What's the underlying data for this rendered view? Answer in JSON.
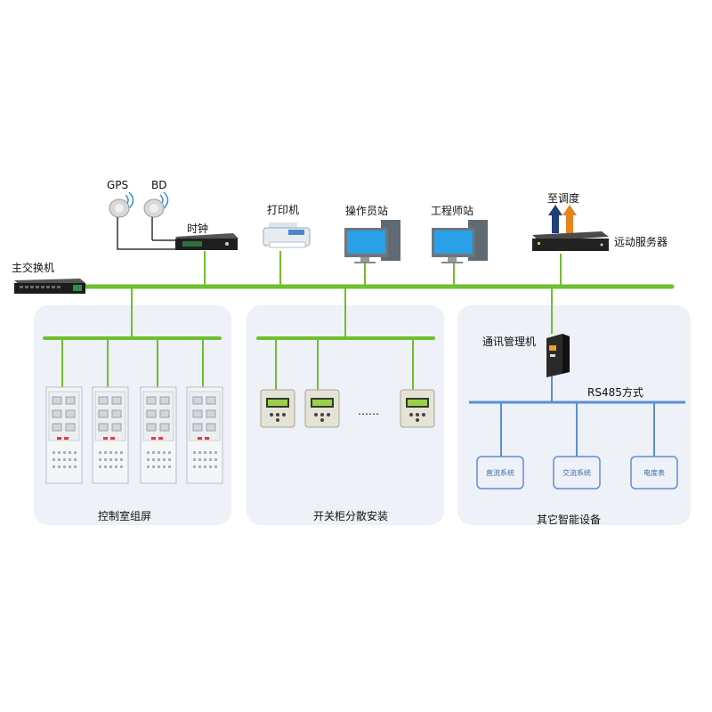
{
  "top": {
    "gps": "GPS",
    "bd": "BD",
    "clock": "时钟",
    "printer": "打印机",
    "operator": "操作员站",
    "engineer": "工程师站",
    "dispatch": "至调度",
    "remote_server": "远动服务器",
    "main_switch": "主交换机"
  },
  "groups": {
    "control_room": {
      "title": "控制室组屏"
    },
    "switchgear": {
      "title": "开关柜分散安装",
      "ellipsis": "……"
    },
    "other": {
      "title": "其它智能设备",
      "comm_manager": "通讯管理机",
      "bus": "RS485方式",
      "devices": [
        "直流系统",
        "交流系统",
        "电度表"
      ]
    }
  },
  "colors": {
    "network_green": "#6fbf2e",
    "rs485_blue": "#5b8fd6",
    "panel_bg": "#eef1f7",
    "device_border": "#5b8fd6",
    "arrow_dark": "#1f3f7a",
    "arrow_orange": "#e8841e"
  }
}
